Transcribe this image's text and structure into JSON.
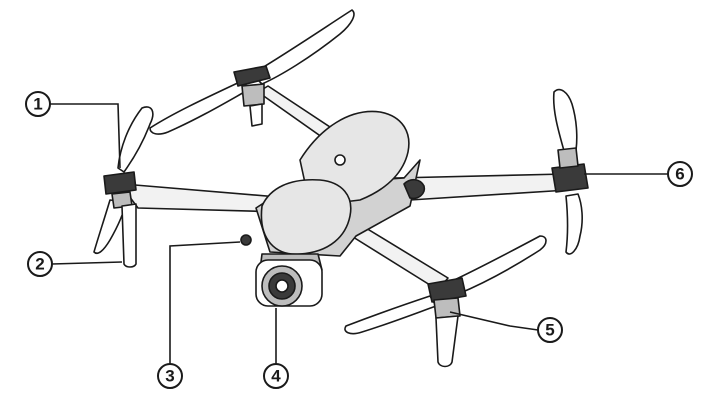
{
  "callouts": [
    {
      "number": "1"
    },
    {
      "number": "2"
    },
    {
      "number": "3"
    },
    {
      "number": "4"
    },
    {
      "number": "5"
    },
    {
      "number": "6"
    }
  ]
}
